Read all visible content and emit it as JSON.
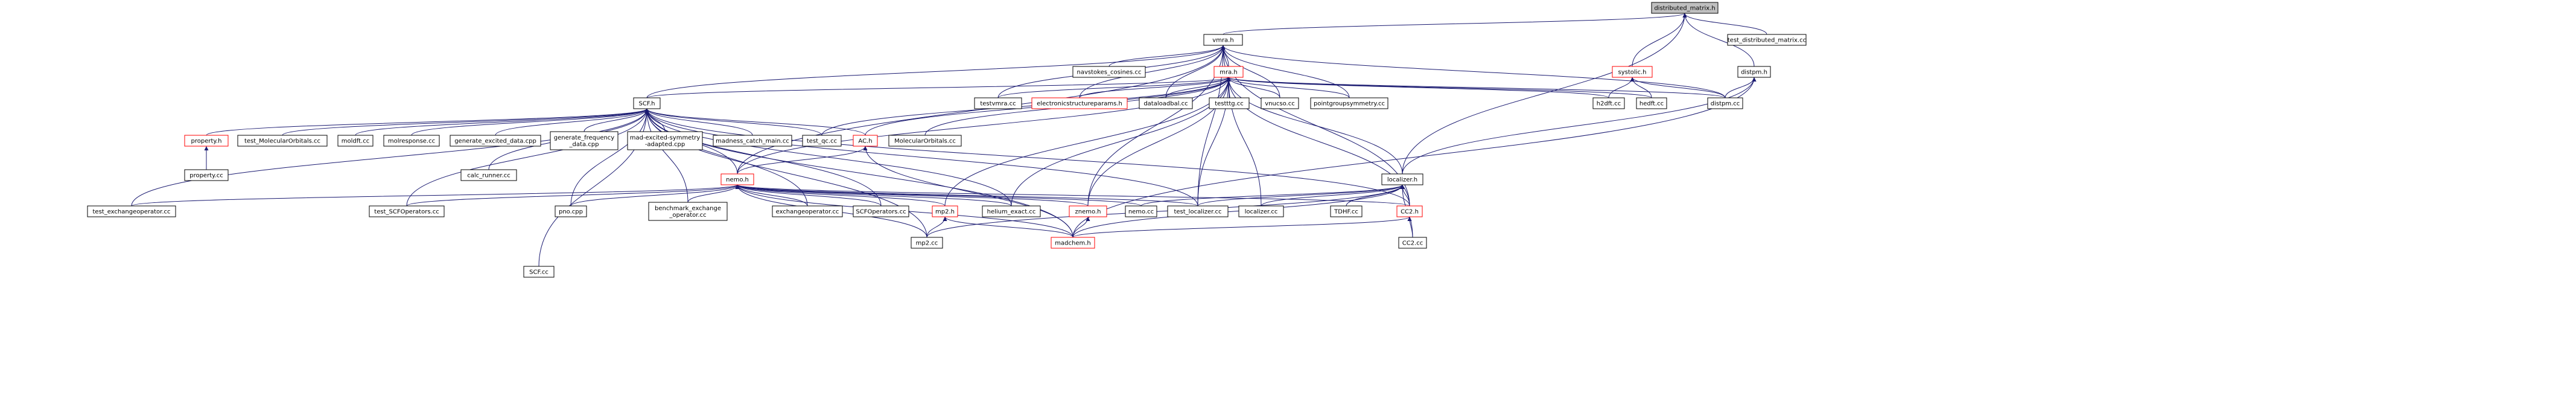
{
  "colors": {
    "edge": "#191970",
    "border_link": "#000000",
    "border_missing": "#ff0000",
    "root_fill": "#bfbfbf",
    "node_fill": "#ffffff"
  },
  "nodes": [
    {
      "id": "distributed_matrix_h",
      "label": "distributed_matrix.h",
      "style": "root"
    },
    {
      "id": "vmra_h",
      "label": "vmra.h",
      "style": "link"
    },
    {
      "id": "test_distributed_matrix_cc",
      "label": "test_distributed_matrix.cc",
      "style": "link"
    },
    {
      "id": "mra_h",
      "label": "mra.h",
      "style": "missing"
    },
    {
      "id": "systolic_h",
      "label": "systolic.h",
      "style": "missing"
    },
    {
      "id": "distpm_h",
      "label": "distpm.h",
      "style": "link"
    },
    {
      "id": "navstokes_cc",
      "label": "navstokes_cosines.cc",
      "style": "link"
    },
    {
      "id": "scf_h",
      "label": "SCF.h",
      "style": "link"
    },
    {
      "id": "testvmra_cc",
      "label": "testvmra.cc",
      "style": "link"
    },
    {
      "id": "esp_h",
      "label": "electronicstructureparams.h",
      "style": "missing"
    },
    {
      "id": "dataloadbal_cc",
      "label": "dataloadbal.cc",
      "style": "link"
    },
    {
      "id": "testttg_cc",
      "label": "testttg.cc",
      "style": "link"
    },
    {
      "id": "vnucso_cc",
      "label": "vnucso.cc",
      "style": "link"
    },
    {
      "id": "pgs_cc",
      "label": "pointgroupsymmetry.cc",
      "style": "link"
    },
    {
      "id": "h2dft_cc",
      "label": "h2dft.cc",
      "style": "link"
    },
    {
      "id": "hedft_cc",
      "label": "hedft.cc",
      "style": "link"
    },
    {
      "id": "distpm_cc",
      "label": "distpm.cc",
      "style": "link"
    },
    {
      "id": "property_h",
      "label": "property.h",
      "style": "missing"
    },
    {
      "id": "test_mo_cc",
      "label": "test_MolecularOrbitals.cc",
      "style": "link"
    },
    {
      "id": "moldft_cc",
      "label": "moldft.cc",
      "style": "link"
    },
    {
      "id": "molresponse_cc",
      "label": "molresponse.cc",
      "style": "link"
    },
    {
      "id": "gen_exc_cpp",
      "label": "generate_excited_data.cpp",
      "style": "link"
    },
    {
      "id": "gen_freq_cpp",
      "label": "generate_frequency\n_data.cpp",
      "style": "link"
    },
    {
      "id": "mad_exc_cpp",
      "label": "mad-excited-symmetry\n-adapted.cpp",
      "style": "link"
    },
    {
      "id": "madness_catch_cc",
      "label": "madness_catch_main.cc",
      "style": "link"
    },
    {
      "id": "test_qc_cc",
      "label": "test_qc.cc",
      "style": "link"
    },
    {
      "id": "ac_h",
      "label": "AC.h",
      "style": "missing"
    },
    {
      "id": "molorb_cc",
      "label": "MolecularOrbitals.cc",
      "style": "link"
    },
    {
      "id": "property_cc",
      "label": "property.cc",
      "style": "link"
    },
    {
      "id": "calc_runner_cc",
      "label": "calc_runner.cc",
      "style": "link"
    },
    {
      "id": "nemo_h",
      "label": "nemo.h",
      "style": "missing"
    },
    {
      "id": "localizer_h",
      "label": "localizer.h",
      "style": "link"
    },
    {
      "id": "test_exop_cc",
      "label": "test_exchangeoperator.cc",
      "style": "link"
    },
    {
      "id": "test_scfop_cc",
      "label": "test_SCFOperators.cc",
      "style": "link"
    },
    {
      "id": "pno_cpp",
      "label": "pno.cpp",
      "style": "link"
    },
    {
      "id": "bench_cc",
      "label": "benchmark_exchange\n_operator.cc",
      "style": "link"
    },
    {
      "id": "exop_cc",
      "label": "exchangeoperator.cc",
      "style": "link"
    },
    {
      "id": "scfop_cc",
      "label": "SCFOperators.cc",
      "style": "link"
    },
    {
      "id": "mp2_h",
      "label": "mp2.h",
      "style": "missing"
    },
    {
      "id": "helium_cc",
      "label": "helium_exact.cc",
      "style": "link"
    },
    {
      "id": "znemo_h",
      "label": "znemo.h",
      "style": "missing"
    },
    {
      "id": "nemo_cc",
      "label": "nemo.cc",
      "style": "link"
    },
    {
      "id": "test_loc_cc",
      "label": "test_localizer.cc",
      "style": "link"
    },
    {
      "id": "localizer_cc",
      "label": "localizer.cc",
      "style": "link"
    },
    {
      "id": "tdhf_cc",
      "label": "TDHF.cc",
      "style": "link"
    },
    {
      "id": "cc2_h",
      "label": "CC2.h",
      "style": "missing"
    },
    {
      "id": "mp2_cc",
      "label": "mp2.cc",
      "style": "link"
    },
    {
      "id": "madchem_h",
      "label": "madchem.h",
      "style": "missing"
    },
    {
      "id": "cc2_cc",
      "label": "CC2.cc",
      "style": "link"
    },
    {
      "id": "scf_cc",
      "label": "SCF.cc",
      "style": "link"
    }
  ],
  "edges": [
    [
      "distributed_matrix_h",
      "vmra_h"
    ],
    [
      "distributed_matrix_h",
      "test_distributed_matrix_cc"
    ],
    [
      "distributed_matrix_h",
      "systolic_h"
    ],
    [
      "distributed_matrix_h",
      "distpm_h"
    ],
    [
      "distributed_matrix_h",
      "localizer_h"
    ],
    [
      "vmra_h",
      "mra_h"
    ],
    [
      "vmra_h",
      "navstokes_cc"
    ],
    [
      "vmra_h",
      "scf_h"
    ],
    [
      "vmra_h",
      "testvmra_cc"
    ],
    [
      "vmra_h",
      "esp_h"
    ],
    [
      "vmra_h",
      "dataloadbal_cc"
    ],
    [
      "vmra_h",
      "testttg_cc"
    ],
    [
      "vmra_h",
      "vnucso_cc"
    ],
    [
      "vmra_h",
      "pgs_cc"
    ],
    [
      "vmra_h",
      "nemo_h"
    ],
    [
      "vmra_h",
      "cc2_h"
    ],
    [
      "vmra_h",
      "test_loc_cc"
    ],
    [
      "vmra_h",
      "znemo_h"
    ],
    [
      "vmra_h",
      "distpm_cc"
    ],
    [
      "mra_h",
      "scf_h"
    ],
    [
      "mra_h",
      "testvmra_cc"
    ],
    [
      "mra_h",
      "esp_h"
    ],
    [
      "mra_h",
      "dataloadbal_cc"
    ],
    [
      "mra_h",
      "testttg_cc"
    ],
    [
      "mra_h",
      "vnucso_cc"
    ],
    [
      "mra_h",
      "pgs_cc"
    ],
    [
      "mra_h",
      "h2dft_cc"
    ],
    [
      "mra_h",
      "hedft_cc"
    ],
    [
      "mra_h",
      "distpm_cc"
    ],
    [
      "mra_h",
      "molorb_cc"
    ],
    [
      "mra_h",
      "ac_h"
    ],
    [
      "mra_h",
      "nemo_h"
    ],
    [
      "mra_h",
      "localizer_h"
    ],
    [
      "mra_h",
      "cc2_h"
    ],
    [
      "mra_h",
      "znemo_h"
    ],
    [
      "mra_h",
      "localizer_cc"
    ],
    [
      "mra_h",
      "test_loc_cc"
    ],
    [
      "mra_h",
      "helium_cc"
    ],
    [
      "mra_h",
      "mp2_h"
    ],
    [
      "mra_h",
      "test_qc_cc"
    ],
    [
      "systolic_h",
      "h2dft_cc"
    ],
    [
      "systolic_h",
      "hedft_cc"
    ],
    [
      "systolic_h",
      "distpm_cc"
    ],
    [
      "distpm_h",
      "distpm_cc"
    ],
    [
      "distpm_h",
      "localizer_h"
    ],
    [
      "distpm_h",
      "madchem_h"
    ],
    [
      "scf_h",
      "property_h"
    ],
    [
      "scf_h",
      "test_mo_cc"
    ],
    [
      "scf_h",
      "moldft_cc"
    ],
    [
      "scf_h",
      "molresponse_cc"
    ],
    [
      "scf_h",
      "gen_exc_cpp"
    ],
    [
      "scf_h",
      "gen_freq_cpp"
    ],
    [
      "scf_h",
      "mad_exc_cpp"
    ],
    [
      "scf_h",
      "madness_catch_cc"
    ],
    [
      "scf_h",
      "test_qc_cc"
    ],
    [
      "scf_h",
      "ac_h"
    ],
    [
      "scf_h",
      "nemo_h"
    ],
    [
      "scf_h",
      "calc_runner_cc"
    ],
    [
      "scf_h",
      "test_exop_cc"
    ],
    [
      "scf_h",
      "test_scfop_cc"
    ],
    [
      "scf_h",
      "pno_cpp"
    ],
    [
      "scf_h",
      "bench_cc"
    ],
    [
      "scf_h",
      "exop_cc"
    ],
    [
      "scf_h",
      "scfop_cc"
    ],
    [
      "scf_h",
      "mp2_cc"
    ],
    [
      "scf_h",
      "helium_cc"
    ],
    [
      "scf_h",
      "scf_cc"
    ],
    [
      "scf_h",
      "madchem_h"
    ],
    [
      "scf_h",
      "test_loc_cc"
    ],
    [
      "scf_h",
      "cc2_h"
    ],
    [
      "property_h",
      "property_cc"
    ],
    [
      "ac_h",
      "nemo_h"
    ],
    [
      "ac_h",
      "madchem_h"
    ],
    [
      "nemo_h",
      "test_exop_cc"
    ],
    [
      "nemo_h",
      "test_scfop_cc"
    ],
    [
      "nemo_h",
      "pno_cpp"
    ],
    [
      "nemo_h",
      "bench_cc"
    ],
    [
      "nemo_h",
      "exop_cc"
    ],
    [
      "nemo_h",
      "scfop_cc"
    ],
    [
      "nemo_h",
      "mp2_h"
    ],
    [
      "nemo_h",
      "helium_cc"
    ],
    [
      "nemo_h",
      "znemo_h"
    ],
    [
      "nemo_h",
      "nemo_cc"
    ],
    [
      "nemo_h",
      "test_loc_cc"
    ],
    [
      "nemo_h",
      "mp2_cc"
    ],
    [
      "nemo_h",
      "madchem_h"
    ],
    [
      "nemo_h",
      "cc2_h"
    ],
    [
      "localizer_h",
      "localizer_cc"
    ],
    [
      "localizer_h",
      "tdhf_cc"
    ],
    [
      "localizer_h",
      "cc2_h"
    ],
    [
      "localizer_h",
      "test_loc_cc"
    ],
    [
      "localizer_h",
      "nemo_cc"
    ],
    [
      "localizer_h",
      "mp2_cc"
    ],
    [
      "localizer_h",
      "madchem_h"
    ],
    [
      "localizer_h",
      "cc2_cc"
    ],
    [
      "mp2_h",
      "mp2_cc"
    ],
    [
      "mp2_h",
      "madchem_h"
    ],
    [
      "znemo_h",
      "madchem_h"
    ],
    [
      "cc2_h",
      "cc2_cc"
    ],
    [
      "cc2_h",
      "madchem_h"
    ]
  ]
}
